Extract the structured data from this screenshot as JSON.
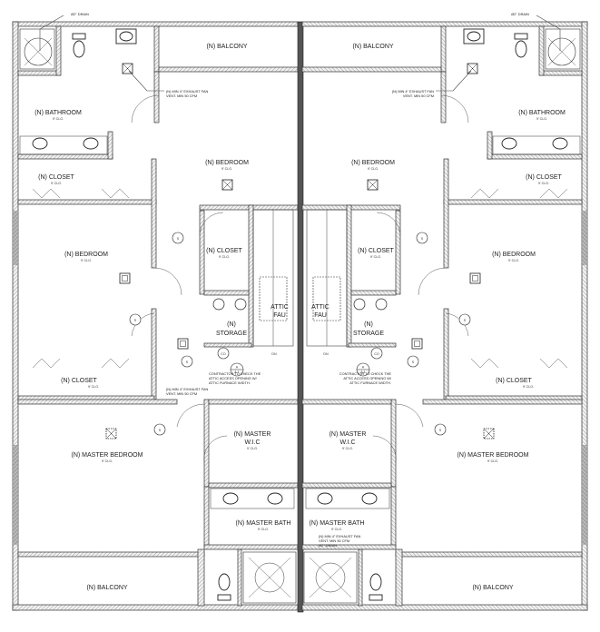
{
  "rooms": {
    "balcony_top": "(N) BALCONY",
    "balcony_bottom": "(N) BALCONY",
    "bathroom": "(N) BATHROOM",
    "bedroom": "(N) BEDROOM",
    "closet": "(N) CLOSET",
    "master_bedroom": "(N) MASTER BEDROOM",
    "master_bath": "(N) MASTER BATH",
    "master_wic_line1": "(N) MASTER",
    "master_wic_line2": "W.I.C",
    "storage_line1": "(N)",
    "storage_line2": "STORAGE",
    "attic_line1": "ATTIC",
    "attic_line2": "FAU"
  },
  "heights": {
    "ceiling": "9' CLG."
  },
  "notes": {
    "drain": "Ø2\" DRAIN",
    "exhaust_line1": "(N) MIN 4\" EXHAUST FAN",
    "exhaust_line2": "VENT. MIN 50 CFM",
    "contractor_line1": "CONTRACTOR TO CHECK THE",
    "contractor_line2": "ATTIC ACCESS OPENING W/",
    "contractor_line3": "ATTIC FURNACE WIDTH."
  },
  "symbols": {
    "smoke": "S",
    "co": "CO",
    "down": "DN",
    "section": "A",
    "section_sheet": "A-1"
  }
}
